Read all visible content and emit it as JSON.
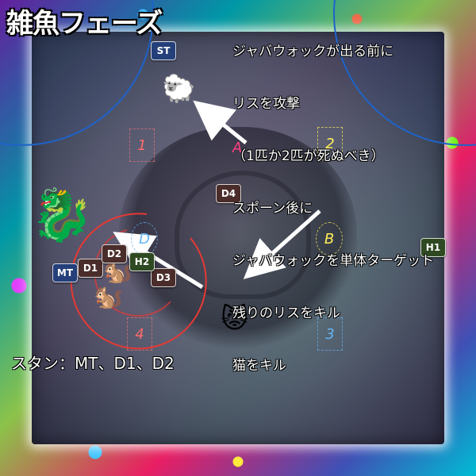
{
  "title": "雑魚フェーズ",
  "notes": [
    "ジャバウォックが出る前に",
    "リスを攻撃",
    "（1匹か2匹が死ぬべき）",
    "スポーン後に",
    "ジャバウォックを単体ターゲット",
    "残りのリスをキル",
    "猫をキル"
  ],
  "stun_note": "スタン：MT、D1、D2",
  "waymarks": {
    "m1": "1",
    "m2": "2",
    "m3": "3",
    "m4": "4",
    "mA": "A",
    "mB": "B",
    "mD": "D"
  },
  "roles": {
    "st": "ST",
    "mt": "MT",
    "d1": "D1",
    "d2": "D2",
    "d3": "D3",
    "d4": "D4",
    "h1": "H1",
    "h2": "H2"
  },
  "mobs": {
    "sheep": "🐑",
    "dragon": "🐉",
    "squirrel1": "🐿️",
    "squirrel2": "🐿️",
    "cat": "😾"
  },
  "colors": {
    "arrow": "#ffffff",
    "quarter_circle": "#1e63c8",
    "aoe_ring": "#e53935",
    "tank": "#243f7a",
    "dps": "#4a2d2b",
    "healer": "#2f4a22"
  }
}
